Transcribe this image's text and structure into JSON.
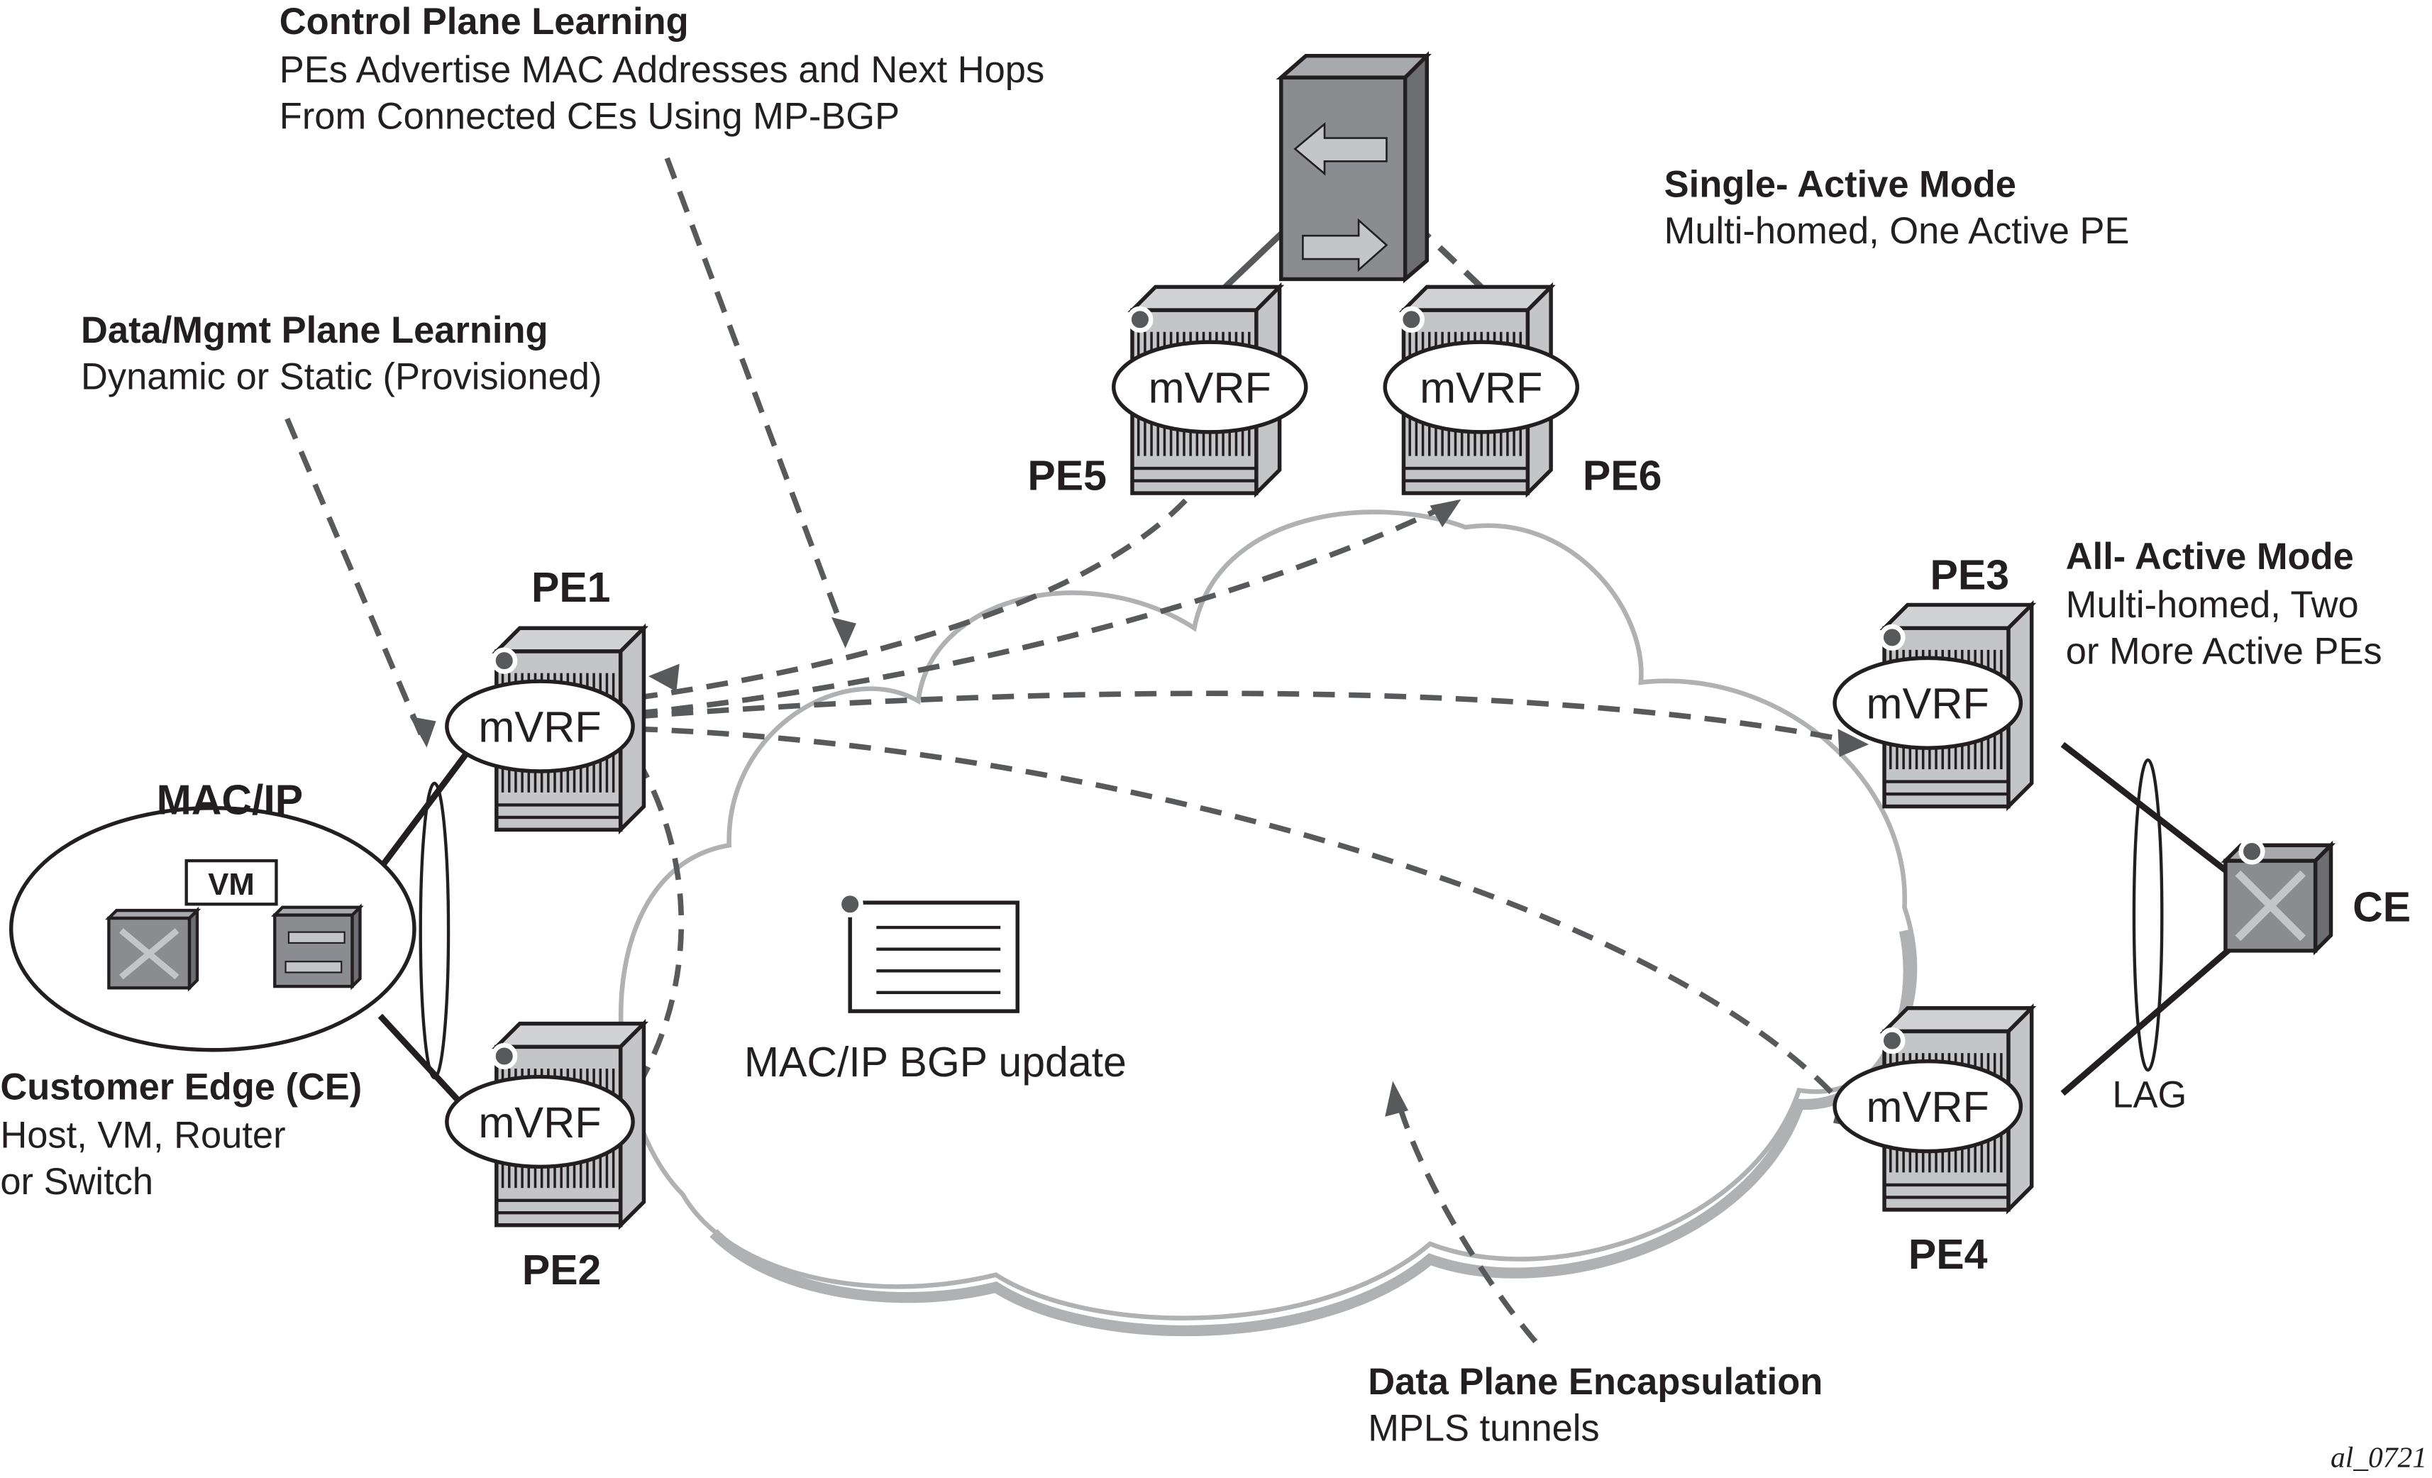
{
  "annotations": {
    "control_plane": {
      "title": "Control Plane Learning",
      "lines": [
        "PEs Advertise MAC Addresses and Next Hops",
        "From Connected CEs Using MP-BGP"
      ]
    },
    "data_mgmt_plane": {
      "title": "Data/Mgmt Plane Learning",
      "lines": [
        "Dynamic or Static (Provisioned)"
      ]
    },
    "single_active": {
      "title": "Single- Active Mode",
      "lines": [
        "Multi-homed, One Active PE"
      ]
    },
    "all_active": {
      "title": "All- Active Mode",
      "lines": [
        "Multi-homed, Two",
        "or More Active PEs"
      ]
    },
    "customer_edge": {
      "title": "Customer Edge (CE)",
      "lines": [
        "Host, VM, Router",
        "or Switch"
      ]
    },
    "data_plane": {
      "title": "Data Plane Encapsulation",
      "lines": [
        "MPLS tunnels"
      ]
    }
  },
  "devices": {
    "pe1": {
      "label": "PE1",
      "vrf": "mVRF"
    },
    "pe2": {
      "label": "PE2",
      "vrf": "mVRF"
    },
    "pe3": {
      "label": "PE3",
      "vrf": "mVRF"
    },
    "pe4": {
      "label": "PE4",
      "vrf": "mVRF"
    },
    "pe5": {
      "label": "PE5",
      "vrf": "mVRF"
    },
    "pe6": {
      "label": "PE6",
      "vrf": "mVRF"
    },
    "ce": {
      "label": "CE"
    }
  },
  "mac_ip": {
    "label": "MAC/IP",
    "vm": "VM"
  },
  "bgp_update": "MAC/IP BGP update",
  "lag": "LAG",
  "figure_id": "al_0721",
  "colors": {
    "device_dark": "#8a8c8f",
    "device_light": "#c4c5c7",
    "link_gray": "#58595b",
    "cloud": "#b0b1b3"
  }
}
